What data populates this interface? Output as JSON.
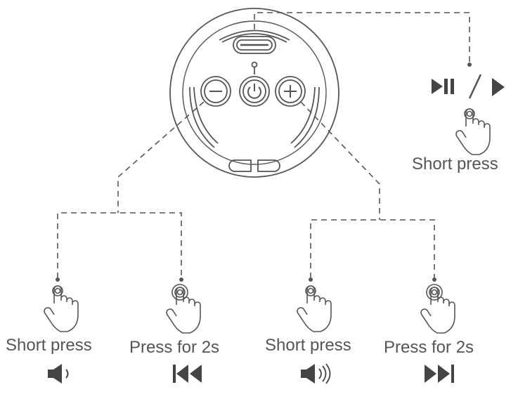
{
  "colors": {
    "stroke": "#555555",
    "fill_dark": "#444444",
    "text": "#555555",
    "background": "#ffffff"
  },
  "top_action": {
    "label": "Short press",
    "result_icon": "play-pause-icon"
  },
  "bottom_actions": [
    {
      "label": "Short press",
      "result_icon": "volume-down-icon"
    },
    {
      "label": "Press for 2s",
      "result_icon": "previous-track-icon"
    },
    {
      "label": "Short press",
      "result_icon": "volume-up-icon"
    },
    {
      "label": "Press for 2s",
      "result_icon": "next-track-icon"
    }
  ],
  "device_buttons": [
    "minus-button-icon",
    "power-button-icon",
    "plus-button-icon",
    "play-bar-icon"
  ]
}
